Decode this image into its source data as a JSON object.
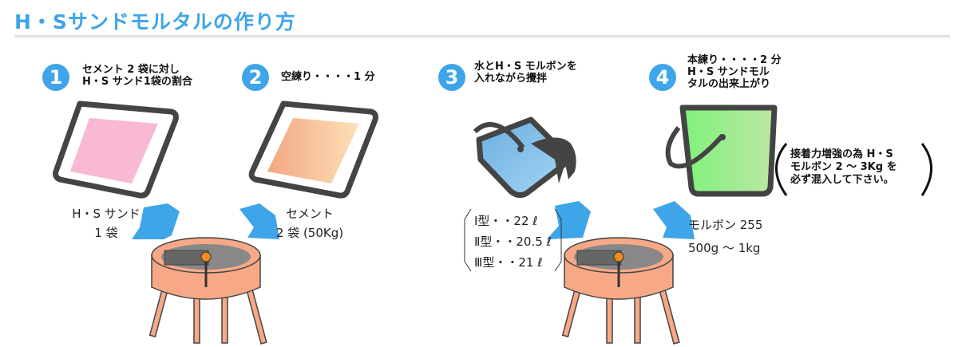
{
  "title": "H・Sサンドモルタルの作り方",
  "steps": [
    {
      "num": "1",
      "lines": [
        "セメント 2 袋に対し",
        "H・S サンド1袋の割合"
      ]
    },
    {
      "num": "2",
      "lines": [
        "空練り・・・・1 分"
      ]
    },
    {
      "num": "3",
      "lines": [
        "水とH・S モルボンを",
        "入れながら攪拌"
      ]
    },
    {
      "num": "4",
      "lines": [
        "本練り・・・・2 分",
        "H・S サンドモル",
        "タルの出来上がり"
      ]
    }
  ],
  "labels": {
    "sand": [
      "H・S サンド",
      "1 袋"
    ],
    "cement": [
      "セメント",
      "2 袋 (50Kg)"
    ],
    "water": [
      "Ⅰ型・・22 ℓ",
      "Ⅱ型・・20.5 ℓ",
      "Ⅲ型・・21 ℓ"
    ],
    "molbon": [
      "モルボン 255",
      "500g ～ 1kg"
    ]
  },
  "note": [
    "接着力増強の為 H・S",
    "モルボン 2 ～ 3Kg を",
    "必ず混入して下さい。"
  ],
  "colors": {
    "accent": "#3ea5e8",
    "pink": "#f9b8d4",
    "orange": "#f4b38a",
    "blue": "#8cc4ee",
    "green": "#8ef08a",
    "mixer": "#f7a987"
  }
}
